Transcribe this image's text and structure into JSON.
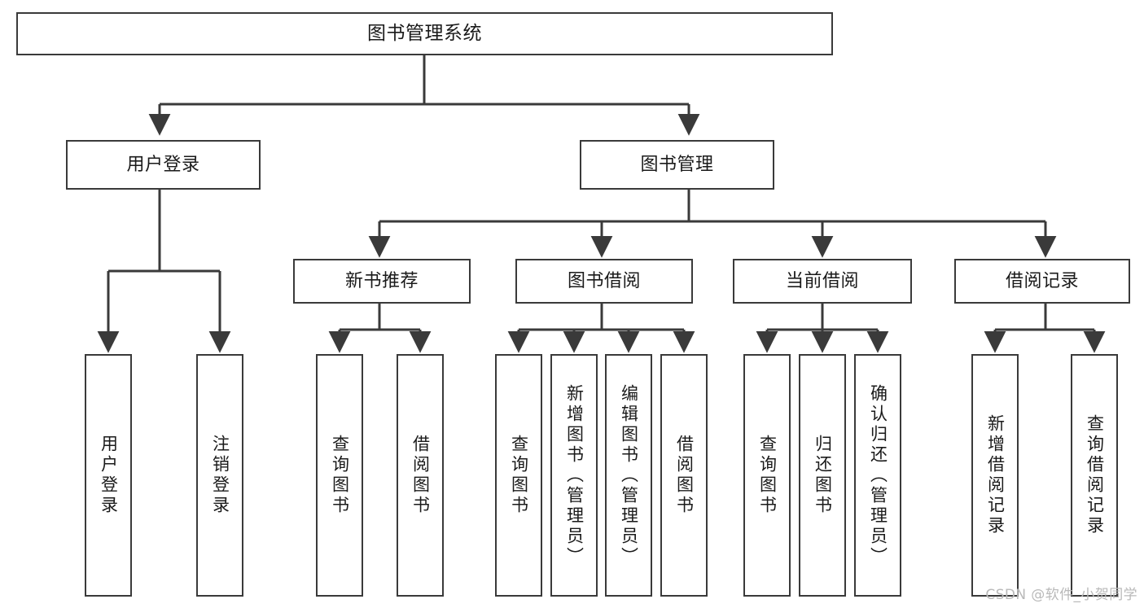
{
  "diagram": {
    "type": "tree",
    "title": "图书管理系统",
    "orientation": "top-down",
    "colors": {
      "box_border": "#3a3a3a",
      "box_fill": "#ffffff",
      "connector": "#3a3a3a",
      "text": "#1a1a1a",
      "watermark": "#b9b9b9"
    },
    "root": {
      "label": "图书管理系统"
    },
    "level2": [
      {
        "label": "用户登录"
      },
      {
        "label": "图书管理"
      }
    ],
    "level3": [
      {
        "label": "新书推荐"
      },
      {
        "label": "图书借阅"
      },
      {
        "label": "当前借阅"
      },
      {
        "label": "借阅记录"
      }
    ],
    "leaves": {
      "user_login": [
        {
          "label": "用户登录"
        },
        {
          "label": "注销登录"
        }
      ],
      "new_book_recommend": [
        {
          "label": "查询图书"
        },
        {
          "label": "借阅图书"
        }
      ],
      "book_borrow": [
        {
          "label": "查询图书"
        },
        {
          "label": "新增图书（管理员）"
        },
        {
          "label": "编辑图书（管理员）"
        },
        {
          "label": "借阅图书"
        }
      ],
      "current_borrow": [
        {
          "label": "查询图书"
        },
        {
          "label": "归还图书"
        },
        {
          "label": "确认归还（管理员）"
        }
      ],
      "borrow_record": [
        {
          "label": "新增借阅记录"
        },
        {
          "label": "查询借阅记录"
        }
      ]
    }
  },
  "watermark": {
    "text": "CSDN @软件_小贺同学"
  }
}
